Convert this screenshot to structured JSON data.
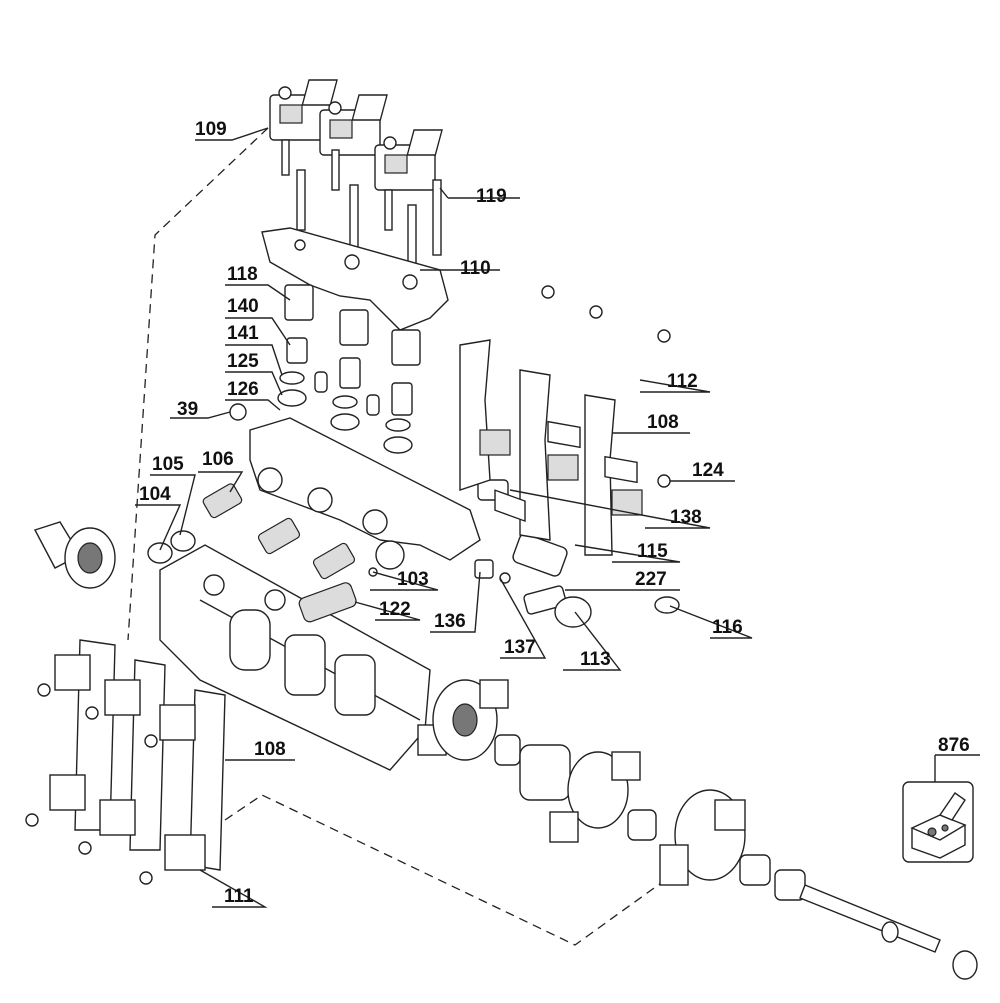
{
  "diagram": {
    "labels": [
      "109",
      "119",
      "110",
      "118",
      "140",
      "141",
      "125",
      "126",
      "39",
      "112",
      "108",
      "124",
      "105",
      "106",
      "104",
      "138",
      "115",
      "227",
      "103",
      "122",
      "136",
      "116",
      "137",
      "113",
      "876",
      "111"
    ],
    "label_108_lower": "108"
  }
}
